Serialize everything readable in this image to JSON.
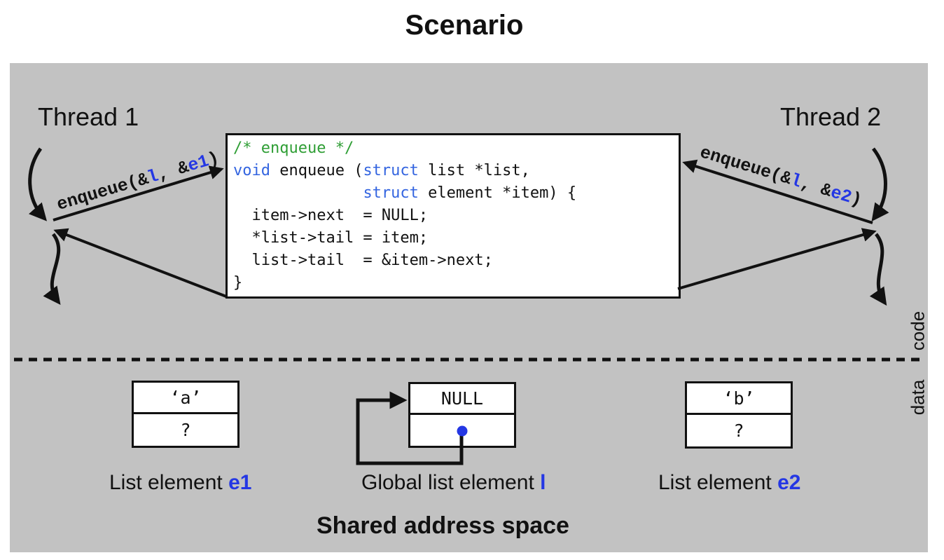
{
  "title": "Scenario",
  "threads": {
    "t1": "Thread 1",
    "t2": "Thread 2"
  },
  "calls": {
    "t1": {
      "pre": "enqueue(&",
      "arg1": "l",
      "mid": ", &",
      "arg2": "e1",
      "post": ")"
    },
    "t2": {
      "pre": "enqueue(&",
      "arg1": "l",
      "mid": ", &",
      "arg2": "e2",
      "post": ")"
    }
  },
  "code": {
    "l1": "/* enqueue */",
    "l2_kw": "void",
    "l2_a": " enqueue (",
    "l2_kw2": "struct",
    "l2_b": " list *list,",
    "l3_sp": "              ",
    "l3_kw": "struct",
    "l3_b": " element *item) {",
    "l4": "  item->next  = NULL;",
    "l5": "  *list->tail = item;",
    "l6": "  list->tail  = &item->next;",
    "l7": "}"
  },
  "regions": {
    "code": "code",
    "data": "data"
  },
  "memory": {
    "e1": {
      "value": "‘a’",
      "next": "?",
      "label": "List element ",
      "name": "e1"
    },
    "global": {
      "head": "NULL",
      "label": "Global list element ",
      "name": "l"
    },
    "e2": {
      "value": "‘b’",
      "next": "?",
      "label": "List element ",
      "name": "e2"
    }
  },
  "footer": "Shared address space",
  "colors": {
    "panel_gray": "#c2c2c2",
    "accent_blue": "#2437e4",
    "keyword_blue": "#3465e0",
    "comment_green": "#2f9e35",
    "pointer_dot_blue": "#2437e4",
    "arrow_black": "#111111"
  }
}
